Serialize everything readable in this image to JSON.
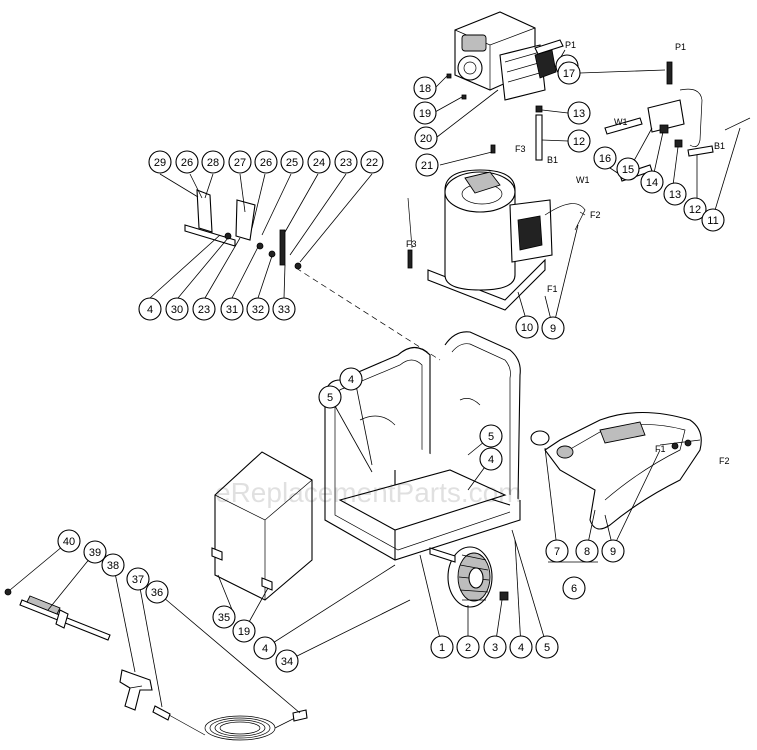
{
  "watermark": "eReplacementParts.com",
  "callouts": [
    {
      "label": "18"
    },
    {
      "label": "19"
    },
    {
      "label": "20"
    },
    {
      "label": "17"
    },
    {
      "label": "17"
    },
    {
      "label": "13"
    },
    {
      "label": "12"
    },
    {
      "label": "21"
    },
    {
      "label": "16"
    },
    {
      "label": "15"
    },
    {
      "label": "14"
    },
    {
      "label": "13"
    },
    {
      "label": "12"
    },
    {
      "label": "11"
    },
    {
      "label": "10"
    },
    {
      "label": "9"
    },
    {
      "label": "29"
    },
    {
      "label": "26"
    },
    {
      "label": "28"
    },
    {
      "label": "27"
    },
    {
      "label": "26"
    },
    {
      "label": "25"
    },
    {
      "label": "24"
    },
    {
      "label": "23"
    },
    {
      "label": "22"
    },
    {
      "label": "4"
    },
    {
      "label": "30"
    },
    {
      "label": "23"
    },
    {
      "label": "31"
    },
    {
      "label": "32"
    },
    {
      "label": "33"
    },
    {
      "label": "4"
    },
    {
      "label": "5"
    },
    {
      "label": "5"
    },
    {
      "label": "4"
    },
    {
      "label": "7"
    },
    {
      "label": "8"
    },
    {
      "label": "9"
    },
    {
      "label": "6"
    },
    {
      "label": "40"
    },
    {
      "label": "39"
    },
    {
      "label": "38"
    },
    {
      "label": "37"
    },
    {
      "label": "36"
    },
    {
      "label": "35"
    },
    {
      "label": "19"
    },
    {
      "label": "4"
    },
    {
      "label": "34"
    },
    {
      "label": "1"
    },
    {
      "label": "2"
    },
    {
      "label": "3"
    },
    {
      "label": "4"
    },
    {
      "label": "5"
    }
  ],
  "connectors": [
    {
      "label": "P1"
    },
    {
      "label": "P1"
    },
    {
      "label": "F3"
    },
    {
      "label": "B1"
    },
    {
      "label": "W1"
    },
    {
      "label": "B1"
    },
    {
      "label": "W1"
    },
    {
      "label": "F2"
    },
    {
      "label": "F3"
    },
    {
      "label": "F1"
    },
    {
      "label": "F1"
    },
    {
      "label": "F2"
    }
  ]
}
